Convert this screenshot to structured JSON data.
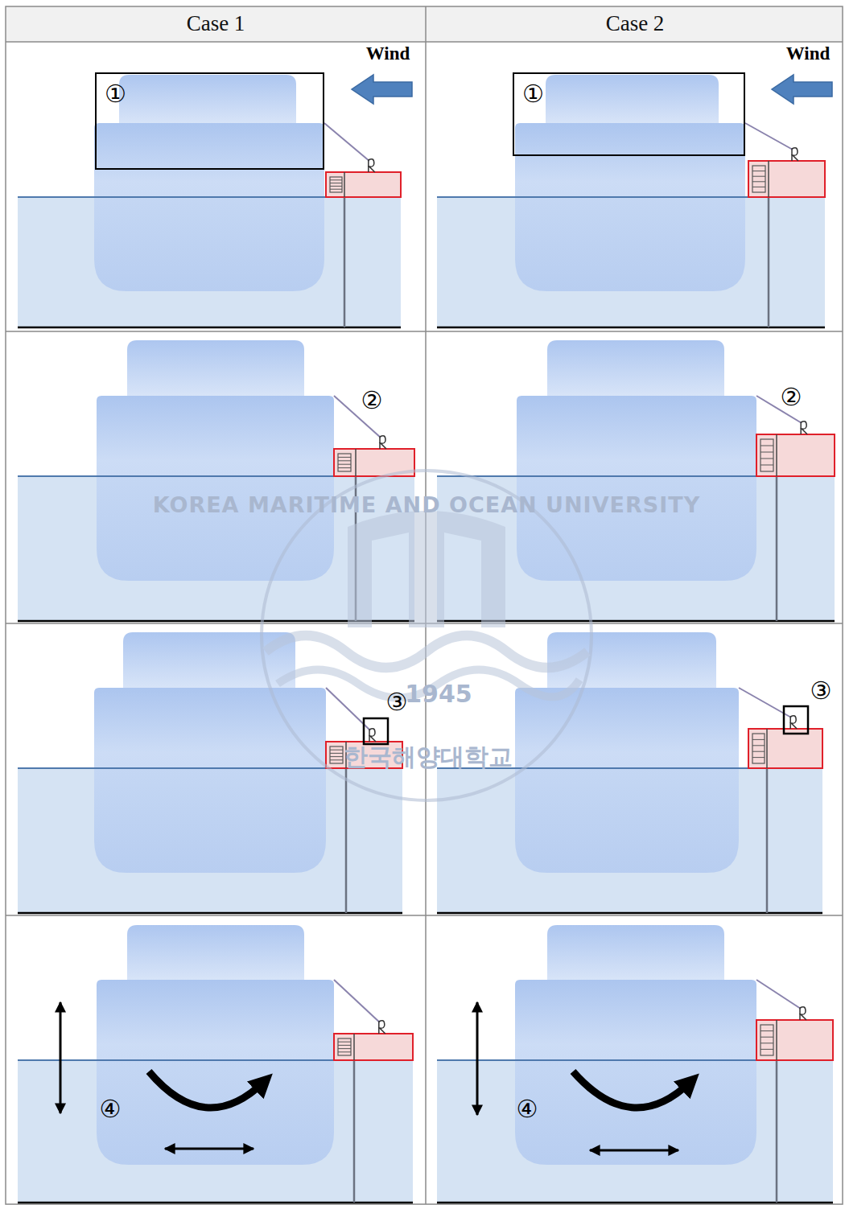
{
  "diagram": {
    "nodes": [
      {
        "text": [
          "①"
        ]
      },
      {
        "text": [
          "①"
        ]
      }
    ],
    "labels": [
      "Case 1",
      "Case 2",
      "Wind",
      "Wind",
      "KOREA MARITIME AND OCEAN UNIVERSITY",
      "②",
      "②",
      "③",
      "③",
      "1945",
      "한국해양대학교",
      "④",
      "④"
    ]
  }
}
